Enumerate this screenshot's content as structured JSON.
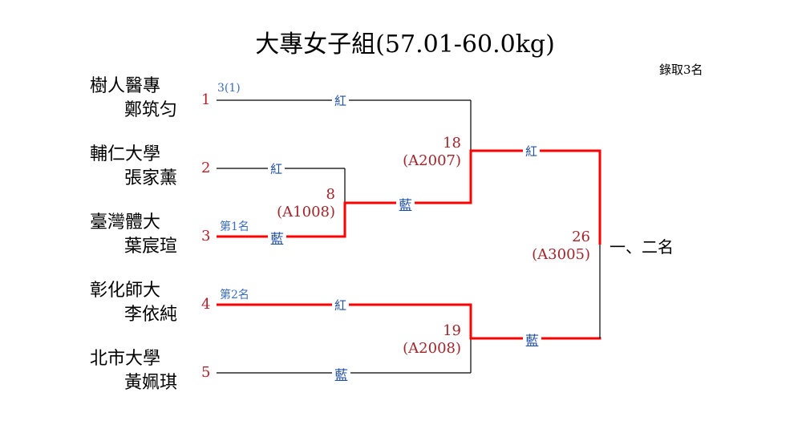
{
  "title": "大專女子組(57.01-60.0kg)",
  "quota": "錄取3名",
  "colors": {
    "winner_line": "#ff0000",
    "line": "#000000",
    "seed": "#b3232b",
    "corner": "#1f4fa0",
    "match": "#a0262c"
  },
  "entrants": [
    {
      "seed": "1",
      "school": "樹人醫專",
      "athlete": "鄭筑匀",
      "note": "3(1)"
    },
    {
      "seed": "2",
      "school": "輔仁大學",
      "athlete": "張家薰",
      "note": ""
    },
    {
      "seed": "3",
      "school": "臺灣體大",
      "athlete": "葉宸瑄",
      "note": "第1名"
    },
    {
      "seed": "4",
      "school": "彰化師大",
      "athlete": "李依純",
      "note": "第2名"
    },
    {
      "seed": "5",
      "school": "北市大學",
      "athlete": "黃姵琪",
      "note": ""
    }
  ],
  "corners": {
    "seed1": "紅",
    "seed2": "紅",
    "seed3": "藍",
    "seed4": "紅",
    "seed5": "藍",
    "m8_out": "藍",
    "m18_out": "紅",
    "m19_out": "藍"
  },
  "matches": [
    {
      "id": "m8",
      "number": "8",
      "code": "(A1008)",
      "winner": "seed3"
    },
    {
      "id": "m18",
      "number": "18",
      "code": "(A2007)",
      "winner": "m8"
    },
    {
      "id": "m19",
      "number": "19",
      "code": "(A2008)",
      "winner": "seed4"
    },
    {
      "id": "m26",
      "number": "26",
      "code": "(A3005)",
      "winner": "m18"
    }
  ],
  "final_label": "一、二名"
}
